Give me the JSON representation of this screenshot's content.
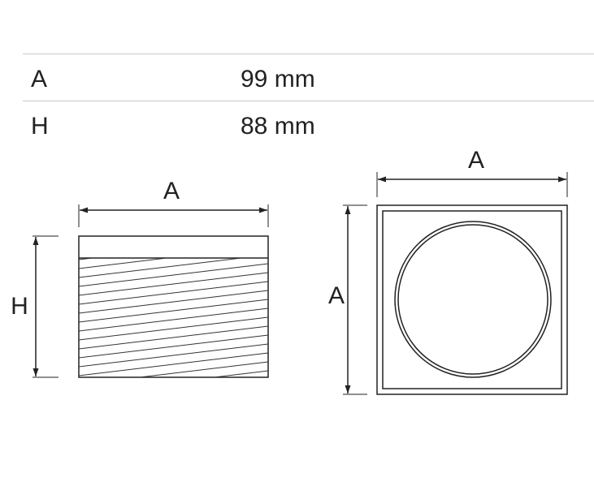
{
  "specs": [
    {
      "label": "A",
      "value": "99 mm"
    },
    {
      "label": "H",
      "value": "88 mm"
    }
  ],
  "side_view": {
    "width_label": "A",
    "height_label": "H"
  },
  "top_view": {
    "width_label": "A",
    "height_label": "A"
  },
  "colors": {
    "line": "#222222",
    "divider": "#c8c8c8"
  }
}
